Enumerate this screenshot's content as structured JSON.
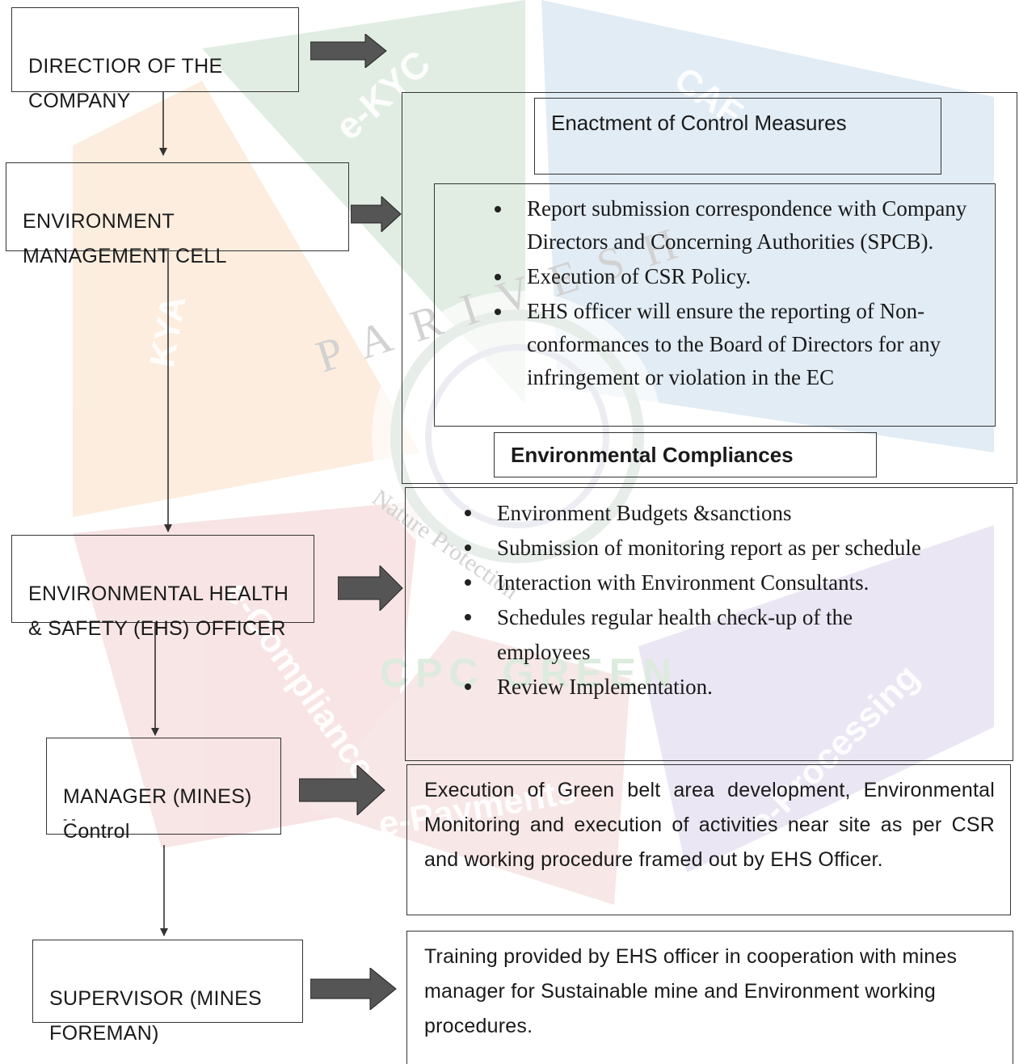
{
  "colors": {
    "border": "#333333",
    "arrow_fill": "#555555",
    "watermark_green": "#d9eadc",
    "watermark_blue": "#dbeaf3",
    "watermark_orange": "#fbe7d4",
    "watermark_red": "#f6dcdc",
    "watermark_purple": "#e6dff0"
  },
  "watermark": {
    "segments": [
      "e-KYC",
      "KYA",
      "e-Compliance",
      "e-Payments",
      "e-Processing",
      "CAF"
    ],
    "center_top": "PARIVESH",
    "center_bottom": "CPC GREEN",
    "center_inner": "Nature Protection"
  },
  "roles": {
    "director": "DIRECTIOR OF THE\nCOMPANY",
    "emc": "ENVIRONMENT\nMANAGEMENT CELL",
    "ehs": "ENVIRONMENTAL HEALTH\n& SAFETY (EHS) OFFICER",
    "manager": "MANAGER (MINES)\nControl",
    "manager_extra": "- -",
    "supervisor": "SUPERVISOR (MINES\nFOREMAN)"
  },
  "panel_top": {
    "header": "Enactment of Control Measures",
    "items": [
      "Report submission correspondence with Company Directors and Concerning Authorities (SPCB).",
      "Execution of CSR Policy.",
      "EHS officer will ensure the reporting of Non-conformances to the Board of Directors for any infringement or violation in the EC"
    ],
    "footer": "Environmental Compliances"
  },
  "panel_ehs": {
    "items": [
      "Environment Budgets &sanctions",
      "Submission of monitoring report as per schedule",
      "Interaction with Environment Consultants.",
      "Schedules regular health check-up of the employees",
      "Review Implementation."
    ]
  },
  "panel_manager": {
    "text": "Execution of Green belt area development, Environmental Monitoring and execution of activities near site as per CSR and working procedure framed out by EHS Officer."
  },
  "panel_supervisor": {
    "text": "Training provided by EHS officer in cooperation with mines manager for Sustainable mine and Environment working procedures."
  }
}
